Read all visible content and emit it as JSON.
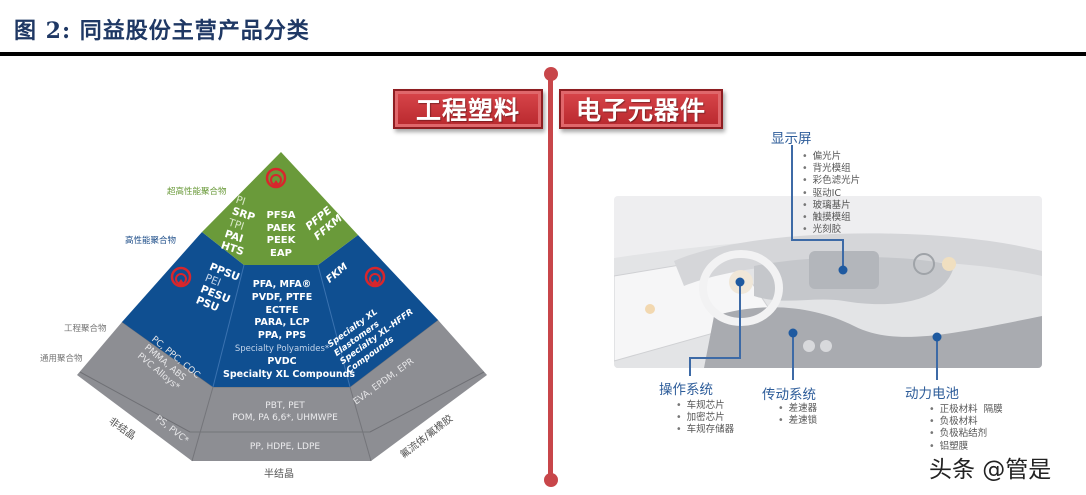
{
  "figure": {
    "title": "图 2:  同益股份主营产品分类"
  },
  "sections": {
    "left_badge": "工程塑料",
    "right_badge": "电子元器件"
  },
  "colors": {
    "title_navy": "#1f3864",
    "badge_red": "#c8464a",
    "pyramid_green": "#6a9a3a",
    "pyramid_blue": "#0f4f91",
    "pyramid_gray": "#8d8e93",
    "group_title_blue": "#2e5d9a",
    "connector_blue": "#3d6aa6"
  },
  "pyramid": {
    "side_labels": {
      "ultra_high": "超高性能聚合物",
      "high": "高性能聚合物",
      "engineering": "工程聚合物",
      "commodity": "通用聚合物"
    },
    "bottom_labels": {
      "amorphous": "非结晶",
      "semi_crystalline": "半结晶",
      "fluoro": "氟流体/氟橡胶"
    },
    "green_left": [
      "PI",
      "SRP",
      "TPI",
      "PAI",
      "HTS"
    ],
    "green_center": [
      "PFSA",
      "PAEK",
      "PEEK",
      "EAP"
    ],
    "green_right": [
      "PFPE",
      "FFKM"
    ],
    "blue_left": [
      "PPSU",
      "PEI",
      "PESU",
      "PSU"
    ],
    "blue_center": [
      "PFA, MFA®",
      "PVDF, PTFE",
      "ECTFE",
      "PARA, LCP",
      "PPA, PPS",
      "Specialty Polyamides*",
      "PVDC",
      "Specialty XL Compounds"
    ],
    "blue_right": [
      "FKM",
      "Specialty XL",
      "Elastomers",
      "Specialty XL-HFFR",
      "Compounds"
    ],
    "gray_left_upper": [
      "PC, PPC, COC",
      "PMMA, ABS",
      "PVC Alloys*"
    ],
    "gray_left_lower": "PS, PVC*",
    "gray_center_upper": [
      "PBT, PET",
      "POM, PA 6,6*, UHMWPE"
    ],
    "gray_center_lower": "PP, HDPE, LDPE",
    "gray_right_upper": "EVA, EPDM, EPR"
  },
  "components": {
    "display": {
      "title": "显示屏",
      "items": [
        "偏光片",
        "背光模组",
        "彩色滤光片",
        "驱动IC",
        "玻璃基片",
        "触摸模组",
        "光刻胶"
      ]
    },
    "operating_system": {
      "title": "操作系统",
      "items": [
        "车规芯片",
        "加密芯片",
        "车规存储器"
      ]
    },
    "transmission": {
      "title": "传动系统",
      "items": [
        "差速器",
        "差速锁"
      ]
    },
    "battery": {
      "title": "动力电池",
      "items": [
        "正极材料  隔膜",
        "负极材料",
        "负极粘结剂",
        "铝塑膜"
      ]
    }
  },
  "watermark": "头条 @管是"
}
